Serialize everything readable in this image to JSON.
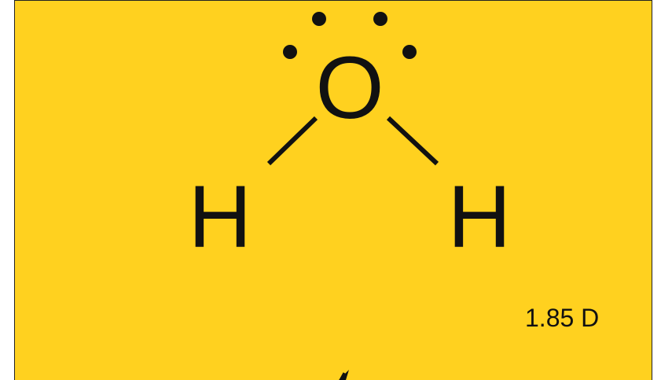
{
  "molecule": {
    "central_atom": "O",
    "left_atom": "H",
    "right_atom": "H",
    "lone_pair_count": 2
  },
  "dipole_moment": "1.85 D",
  "colors": {
    "panel_background": "#FFD11F",
    "ink": "#111111"
  },
  "icons": {
    "dipole_arrow": "arrow-up-icon"
  }
}
